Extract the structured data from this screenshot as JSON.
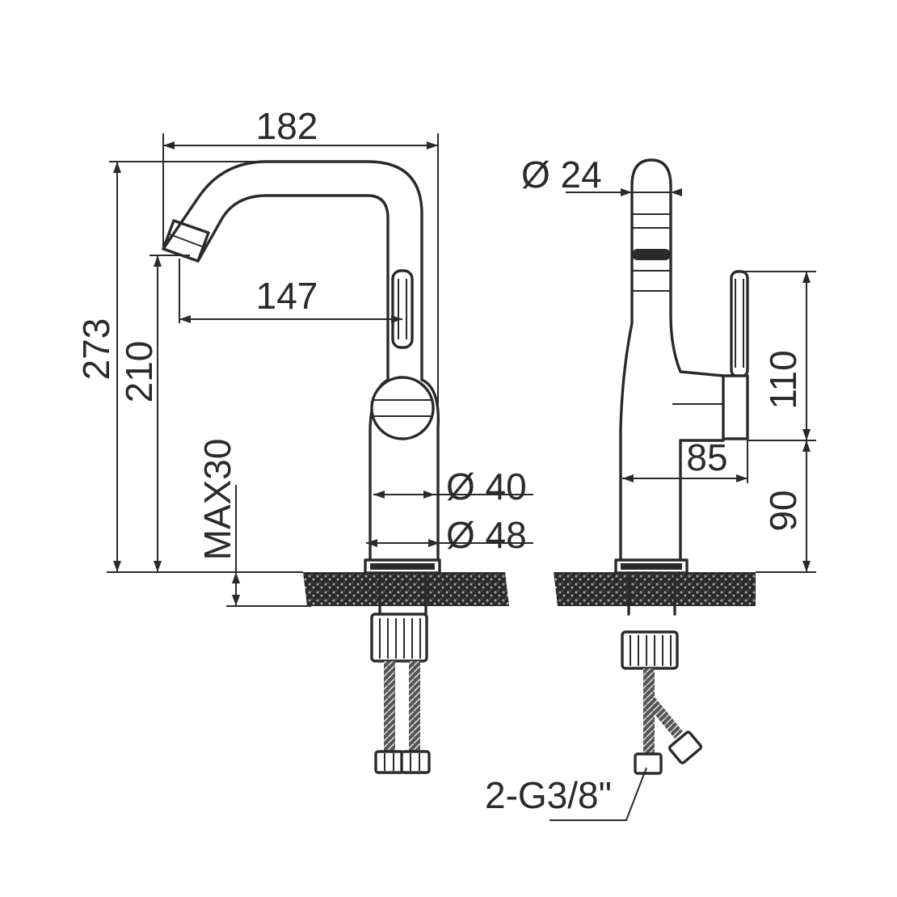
{
  "drawing": {
    "front_view": {
      "overall_width": "182",
      "spout_reach": "147",
      "overall_height": "273",
      "spout_height": "210",
      "max_counter_thickness": "MAX30",
      "inner_diameter": "Ø 40",
      "base_diameter": "Ø 48"
    },
    "side_view": {
      "top_diameter": "Ø 24",
      "handle_height": "110",
      "handle_projection": "85",
      "body_height": "90",
      "connection": "2-G3/8\""
    }
  }
}
